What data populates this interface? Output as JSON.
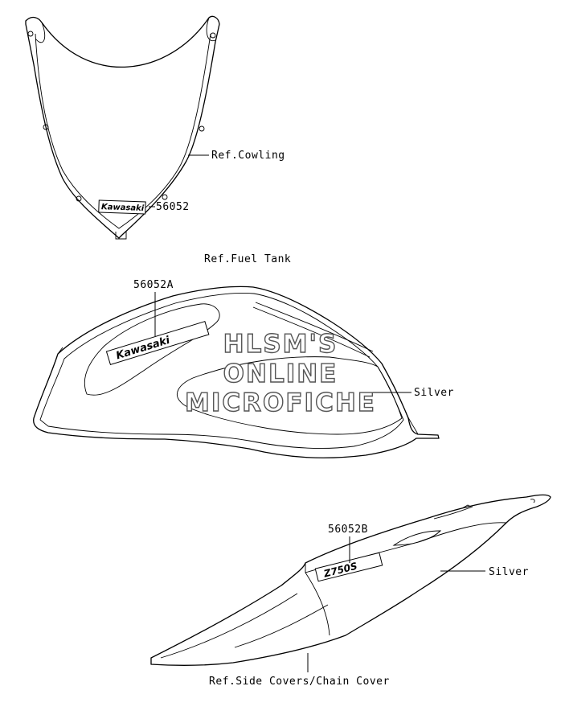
{
  "labels": {
    "ref_cowling": "Ref.Cowling",
    "part_56052": "56052",
    "ref_fuel_tank": "Ref.Fuel Tank",
    "part_56052A": "56052A",
    "silver_tank": "Silver",
    "part_56052B": "56052B",
    "silver_cover": "Silver",
    "ref_side_covers": "Ref.Side Covers/Chain Cover"
  },
  "emblems": {
    "windshield": "Kawasaki",
    "tank": "Kawasaki",
    "side_cover": "Z750S"
  },
  "watermark": [
    "HLSM'S",
    "ONLINE",
    "MICROFICHE"
  ]
}
